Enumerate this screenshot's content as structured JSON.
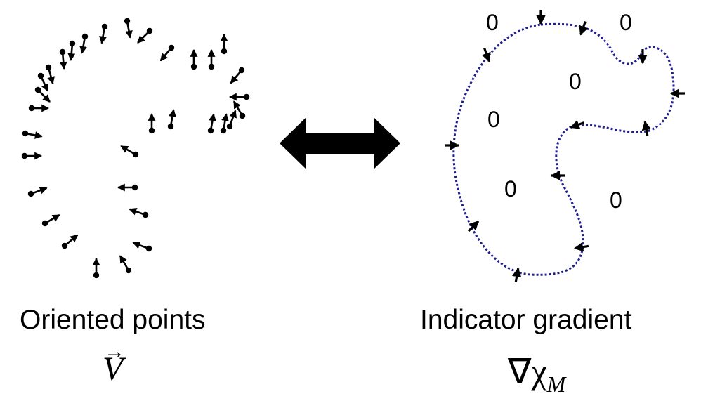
{
  "left_panel": {
    "title": "Oriented points",
    "symbol_main": "V",
    "symbol_accent": "→"
  },
  "right_panel": {
    "title": "Indicator gradient",
    "symbol_nabla": "∇",
    "symbol_chi": "χ",
    "symbol_sub": "M",
    "region_labels": [
      "0",
      "0",
      "0",
      "0",
      "0",
      "0"
    ]
  },
  "colors": {
    "ink": "#000000",
    "boundary": "#1f1f8f"
  },
  "icons": {
    "center": "double-headed-arrow-icon"
  }
}
